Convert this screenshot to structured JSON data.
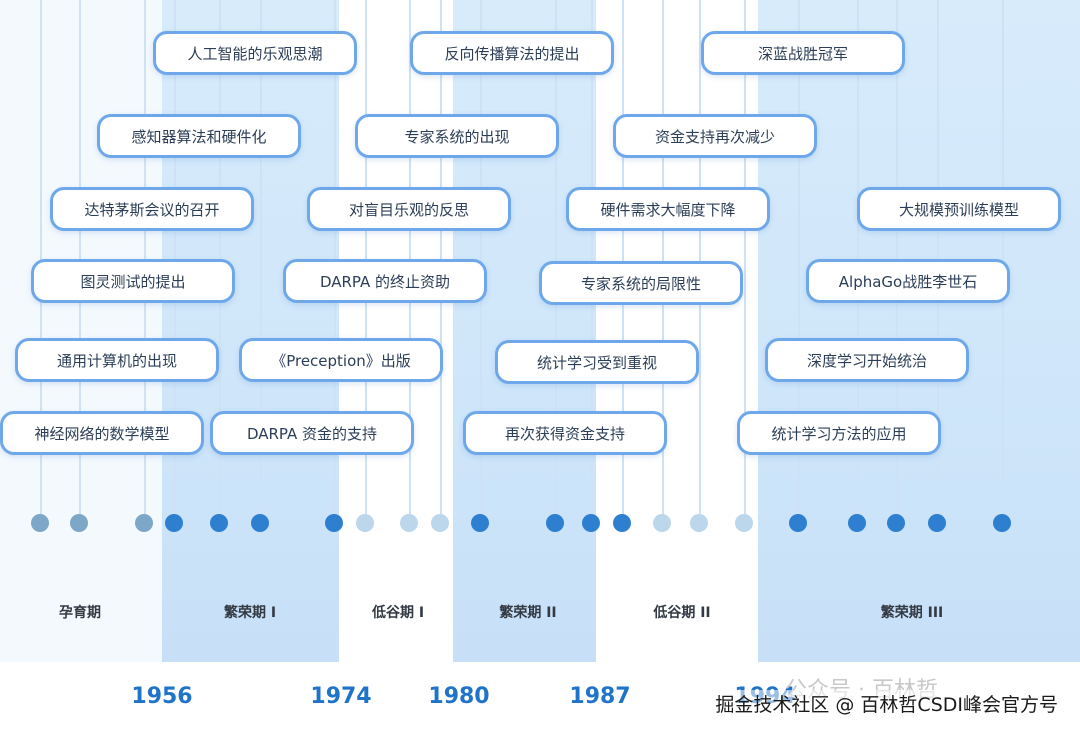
{
  "colors": {
    "accent": "#1f74c9",
    "dot_dark": "#2f7fd0",
    "card_border": "#6ea8ea",
    "band": "#d7ebfb"
  },
  "cards": [
    {
      "text": "人工智能的乐观思潮"
    },
    {
      "text": "感知器算法和硬件化"
    },
    {
      "text": "达特茅斯会议的召开"
    },
    {
      "text": "图灵测试的提出"
    },
    {
      "text": "通用计算机的出现"
    },
    {
      "text": "神经网络的数学模型"
    },
    {
      "text": "反向传播算法的提出"
    },
    {
      "text": "专家系统的出现"
    },
    {
      "text": "对盲目乐观的反思"
    },
    {
      "text": "DARPA 的终止资助"
    },
    {
      "text": "《Preception》出版"
    },
    {
      "text": "DARPA 资金的支持"
    },
    {
      "text": "资金支持再次减少"
    },
    {
      "text": "硬件需求大幅度下降"
    },
    {
      "text": "专家系统的局限性"
    },
    {
      "text": "统计学习受到重视"
    },
    {
      "text": "再次获得资金支持"
    },
    {
      "text": "深蓝战胜冠军"
    },
    {
      "text": "大规模预训练模型"
    },
    {
      "text": "AlphaGo战胜李世石"
    },
    {
      "text": "深度学习开始统治"
    },
    {
      "text": "统计学习方法的应用"
    }
  ],
  "periods": [
    "孕育期",
    "繁荣期 I",
    "低谷期 I",
    "繁荣期 II",
    "低谷期 II",
    "繁荣期 III"
  ],
  "years": [
    "1956",
    "1974",
    "1980",
    "1987",
    "1994"
  ],
  "watermark": {
    "line": "掘金技术社区 @ 百林哲CSDI峰会官方号",
    "ghost": "公众号 · 百林哲"
  }
}
